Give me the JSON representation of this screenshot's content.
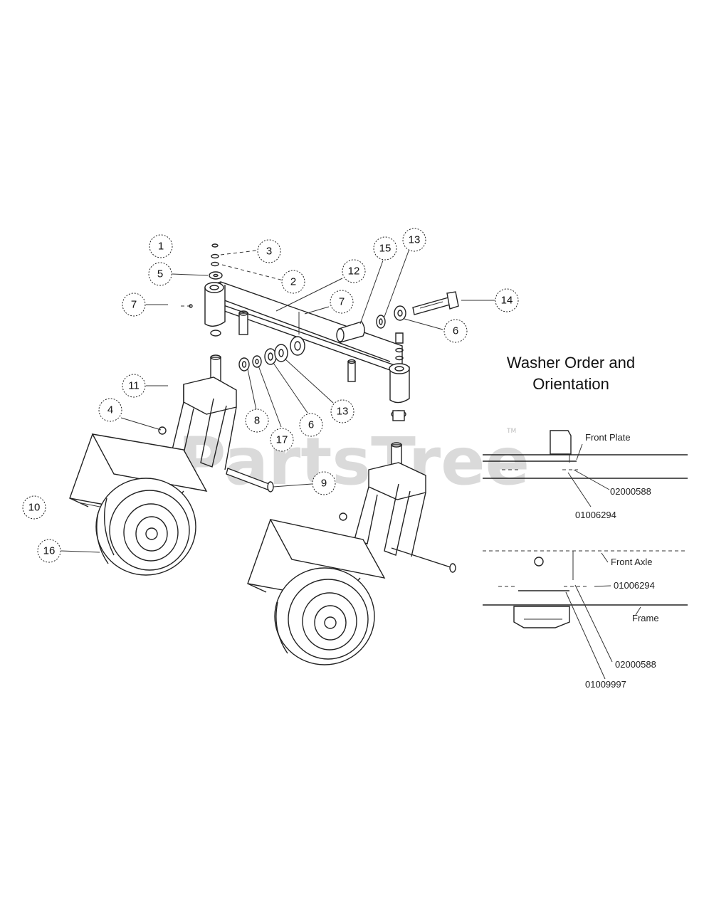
{
  "diagram": {
    "callouts": [
      {
        "id": "c1",
        "label": "1"
      },
      {
        "id": "c3",
        "label": "3"
      },
      {
        "id": "c2",
        "label": "2"
      },
      {
        "id": "c5",
        "label": "5"
      },
      {
        "id": "c7a",
        "label": "7"
      },
      {
        "id": "c12",
        "label": "12"
      },
      {
        "id": "c15",
        "label": "15"
      },
      {
        "id": "c13a",
        "label": "13"
      },
      {
        "id": "c7b",
        "label": "7"
      },
      {
        "id": "c14",
        "label": "14"
      },
      {
        "id": "c6a",
        "label": "6"
      },
      {
        "id": "c11",
        "label": "11"
      },
      {
        "id": "c4",
        "label": "4"
      },
      {
        "id": "c8",
        "label": "8"
      },
      {
        "id": "c17",
        "label": "17"
      },
      {
        "id": "c6b",
        "label": "6"
      },
      {
        "id": "c13b",
        "label": "13"
      },
      {
        "id": "c9",
        "label": "9"
      },
      {
        "id": "c10",
        "label": "10"
      },
      {
        "id": "c16",
        "label": "16"
      }
    ]
  },
  "inset": {
    "title_line1": "Washer Order and",
    "title_line2": "Orientation",
    "labels": {
      "front_plate": "Front Plate",
      "part_02000588_top": "02000588",
      "part_01006294_top": "01006294",
      "front_axle": "Front Axle",
      "part_01006294_bottom": "01006294",
      "frame": "Frame",
      "part_02000588_bottom": "02000588",
      "part_01009997": "01009997"
    }
  },
  "watermark": {
    "text": "PartsTree",
    "trademark": "TM"
  }
}
